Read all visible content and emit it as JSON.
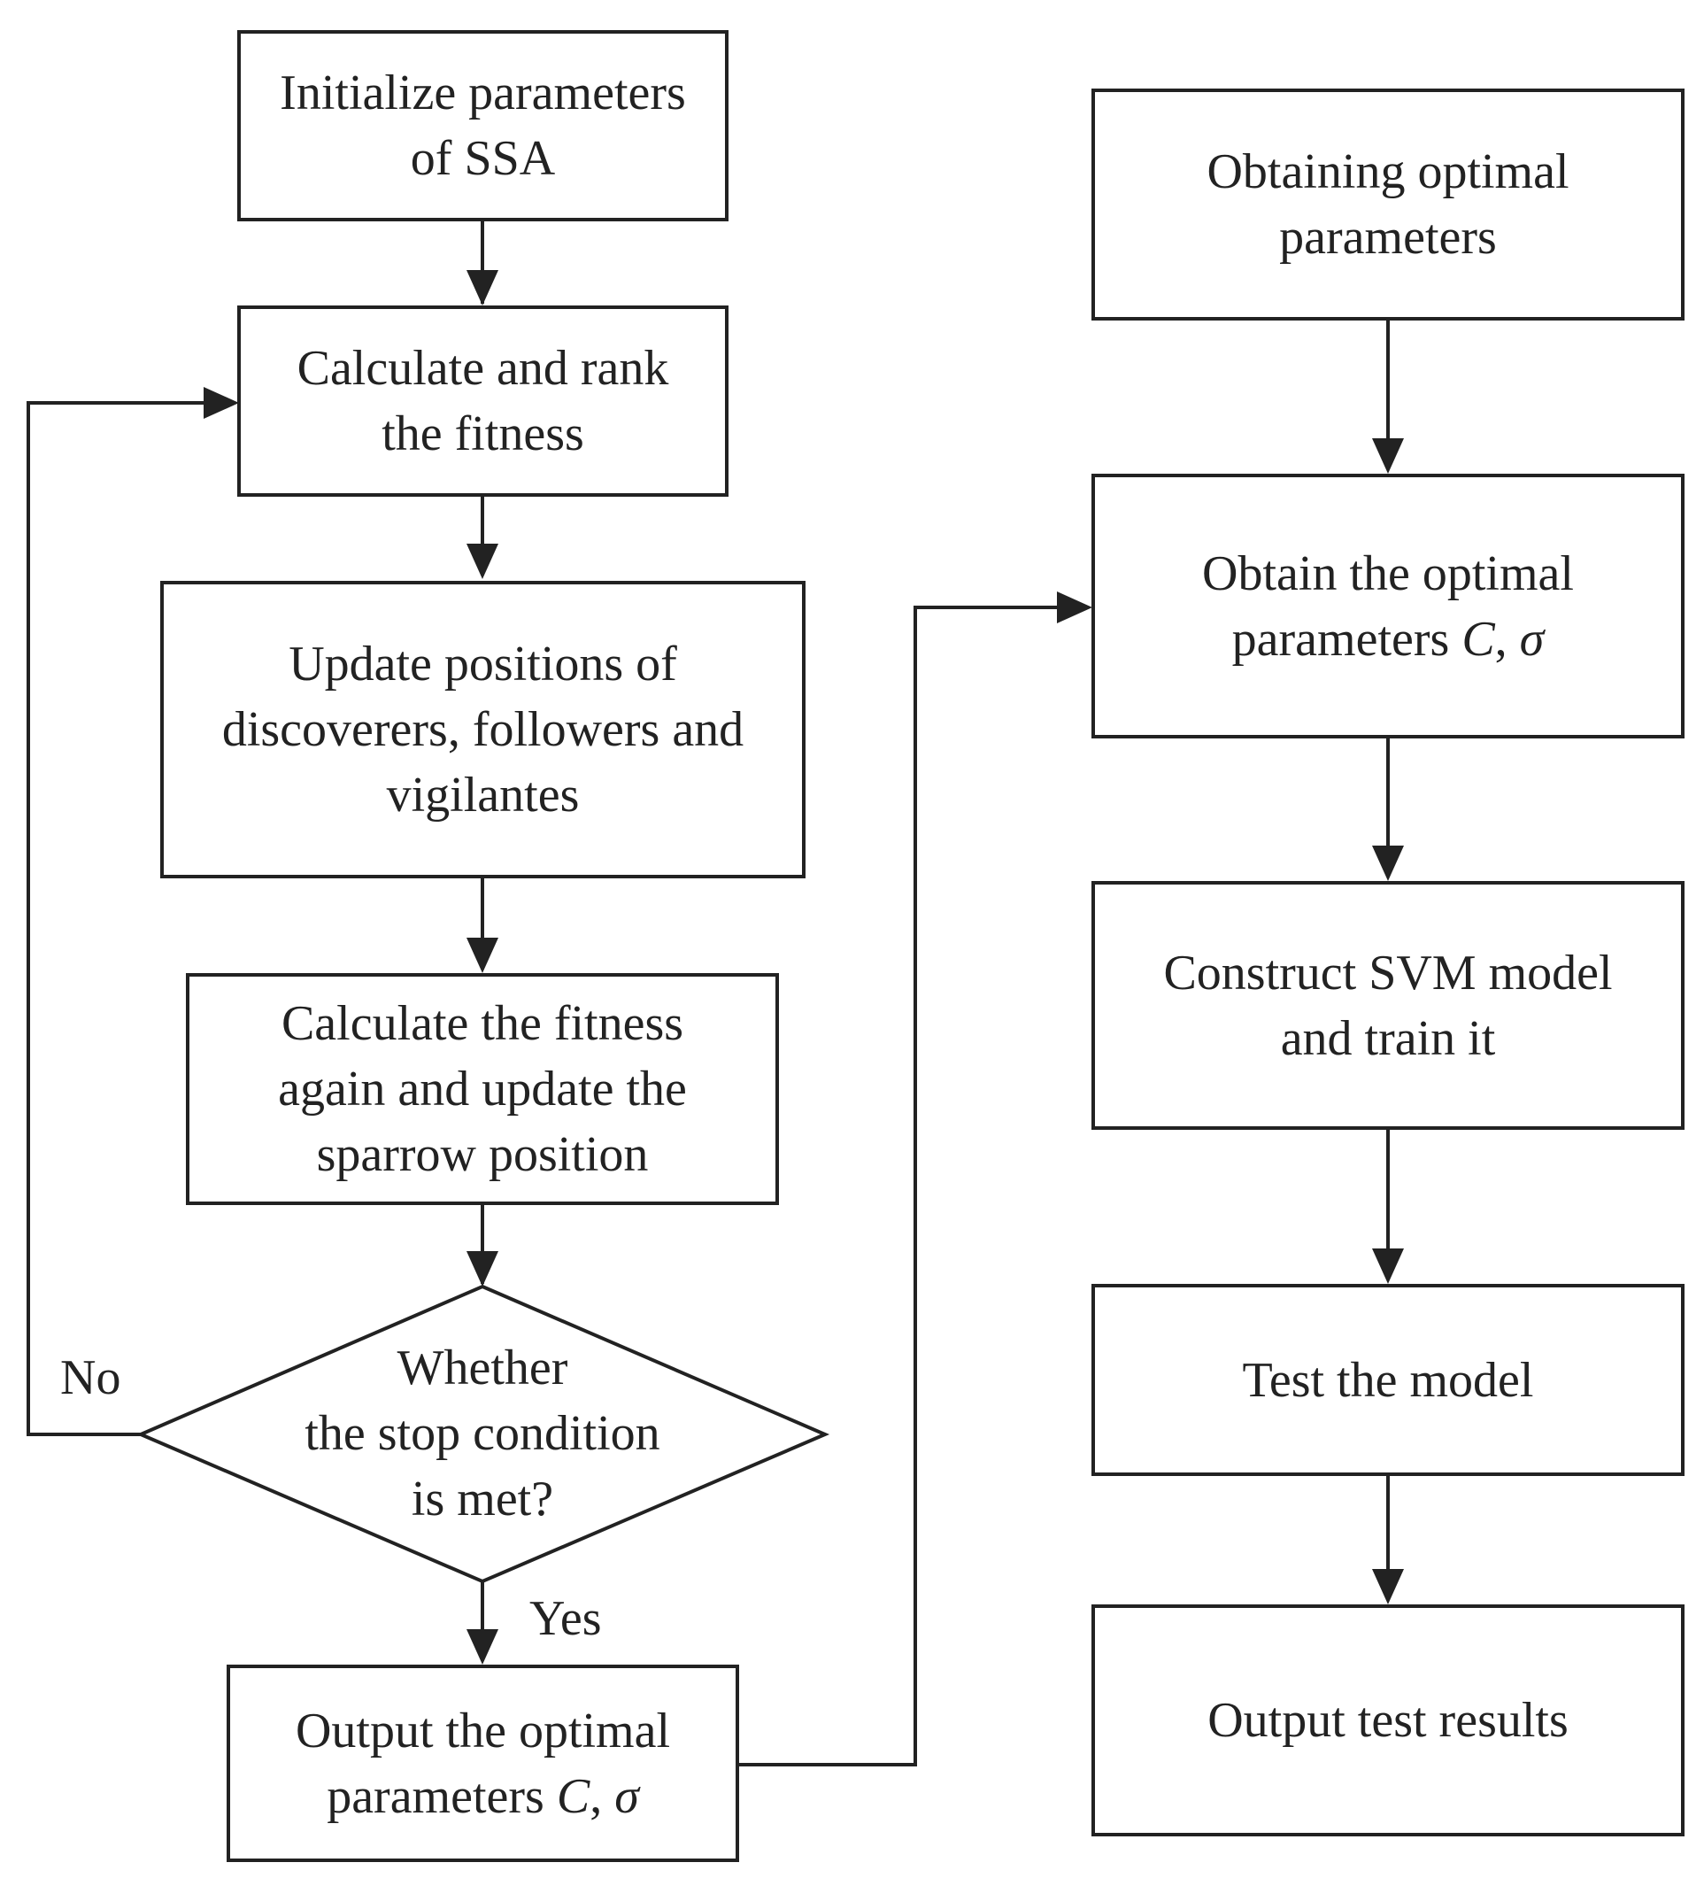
{
  "left_column": {
    "init": [
      "Initialize parameters",
      "of SSA"
    ],
    "rank": [
      "Calculate and rank",
      "the fitness"
    ],
    "update": [
      "Update positions of",
      "discoverers, followers and",
      "vigilantes"
    ],
    "recalc": [
      "Calculate the fitness",
      "again and update the",
      "sparrow position"
    ],
    "decision": [
      "Whether",
      "the stop condition",
      "is met?"
    ],
    "output": {
      "line1": "Output the optimal",
      "line2_prefix": "parameters ",
      "c": "C",
      "sep": ", ",
      "sigma": "σ"
    }
  },
  "right_column": {
    "obtaining": [
      "Obtaining optimal",
      "parameters"
    ],
    "obtain": {
      "line1": "Obtain the optimal",
      "line2_prefix": "parameters ",
      "c": "C",
      "sep": ", ",
      "sigma": "σ"
    },
    "construct": [
      "Construct SVM model",
      "and train it"
    ],
    "test": [
      "Test the model"
    ],
    "results": [
      "Output test results"
    ]
  },
  "labels": {
    "no": "No",
    "yes": "Yes"
  },
  "colors": {
    "stroke": "#222222",
    "background": "#ffffff"
  }
}
